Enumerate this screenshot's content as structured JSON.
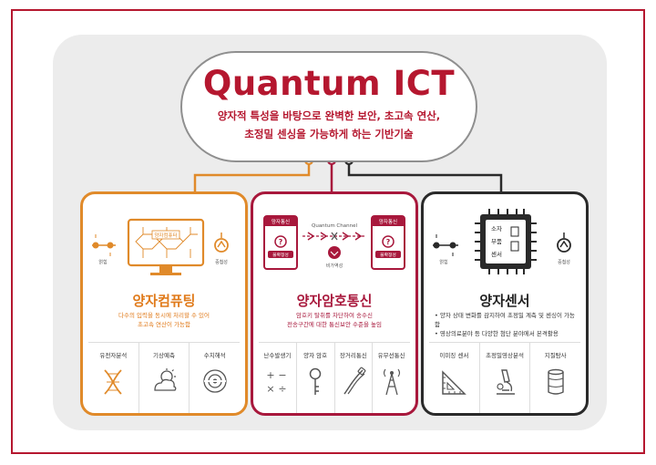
{
  "header": {
    "title": "Quantum ICT",
    "subtitle_line1": "양자적 특성을 바탕으로 완벽한 보안, 초고속 연산,",
    "subtitle_line2": "초정밀 센싱을 가능하게 하는 기반기술"
  },
  "cards": [
    {
      "title": "양자컴퓨팅",
      "desc_line1": "다수의 입력을 동시에 처리할 수 있어",
      "desc_line2": "초고속 연산이 가능함",
      "diagram_label": "양자컴퓨터",
      "left_label": "얽힘",
      "right_label": "중첩성",
      "items": [
        "유전자분석",
        "기상예측",
        "수치해석"
      ]
    },
    {
      "title": "양자암호통신",
      "desc_line1": "암호키 탈취를 차단하여 송수신",
      "desc_line2": "전송구간에 대한 통신보안 수준을 높임",
      "diagram_left": "양자통신",
      "diagram_right": "양자통신",
      "channel_label": "Quantum Channel",
      "badge_left": "불확정성",
      "badge_right": "불확정성",
      "center_label": "비가역성",
      "items": [
        "난수발생기",
        "양자 암호",
        "장거리통신",
        "유무선통신"
      ]
    },
    {
      "title": "양자센서",
      "desc_line1": "• 양자 상태 변화를 감지하여 초정밀 계측 및 센싱이 가능함",
      "desc_line2": "• 영상의료분야 등 다양한 첨단 분야에서 본격활용",
      "chip_line1": "소자",
      "chip_line2": "부품",
      "chip_line3": "센서",
      "left_label": "얽힘",
      "right_label": "중첩성",
      "items": [
        "이미징 센서",
        "초정밀영상분석",
        "지질탐사"
      ]
    }
  ],
  "colors": {
    "brand_red": "#b5172f",
    "orange": "#e08a2a",
    "crimson": "#a8183c",
    "black": "#2a2a2a"
  }
}
